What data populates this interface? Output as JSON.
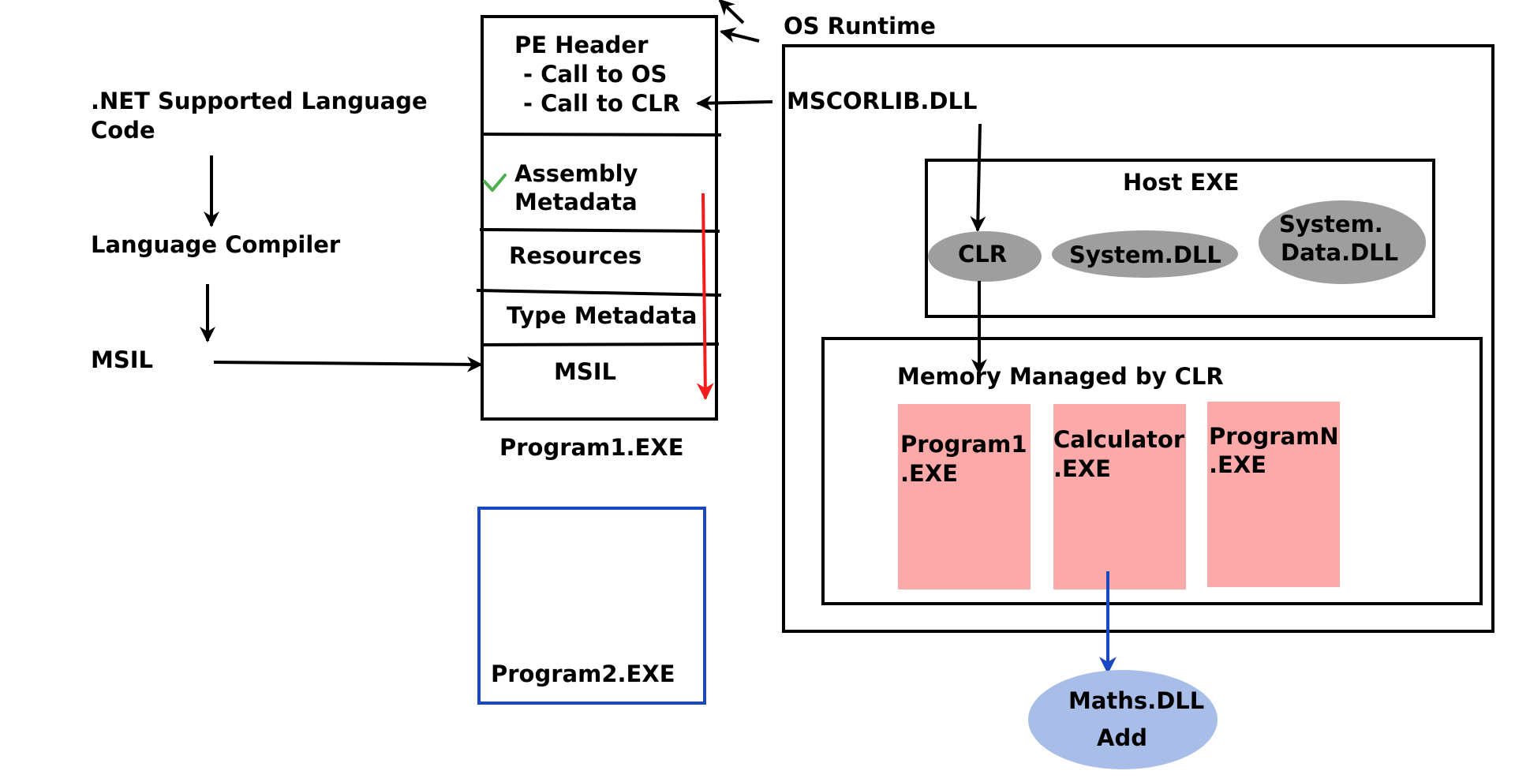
{
  "source_code": {
    "line1": ".NET Supported Language",
    "line2": "Code"
  },
  "compiler": {
    "label": "Language Compiler"
  },
  "msil_left": {
    "label": "MSIL"
  },
  "program1": {
    "header_title": "PE Header",
    "header_item1": "- Call to OS",
    "header_item2": "- Call to CLR",
    "assembly_line1": "Assembly",
    "assembly_line2": "Metadata",
    "resources": "Resources",
    "type_metadata": "Type Metadata",
    "msil": "MSIL",
    "caption": "Program1.EXE"
  },
  "program2": {
    "caption": "Program2.EXE"
  },
  "os_runtime": {
    "title": "OS Runtime",
    "mscorlib": "MSCORLIB.DLL",
    "host": {
      "title": "Host EXE",
      "clr": "CLR",
      "system_dll": "System.DLL",
      "system_data_line1": "System.",
      "system_data_line2": "Data.DLL"
    },
    "memory": {
      "title": "Memory Managed by CLR",
      "program1_line1": "Program1",
      "program1_line2": ".EXE",
      "calculator_line1": "Calculator",
      "calculator_line2": ".EXE",
      "programn_line1": "ProgramN",
      "programn_line2": ".EXE"
    }
  },
  "maths_dll": {
    "name": "Maths.DLL",
    "method": "Add"
  },
  "colors": {
    "ink": "#000000",
    "ellipse_gray": "#9e9e9e",
    "process_pink": "#fca9a9",
    "dll_blue": "#a8bde8",
    "accent_blue": "#1a47c2",
    "flow_red": "#f51c1c",
    "check_green": "#4caf50"
  }
}
